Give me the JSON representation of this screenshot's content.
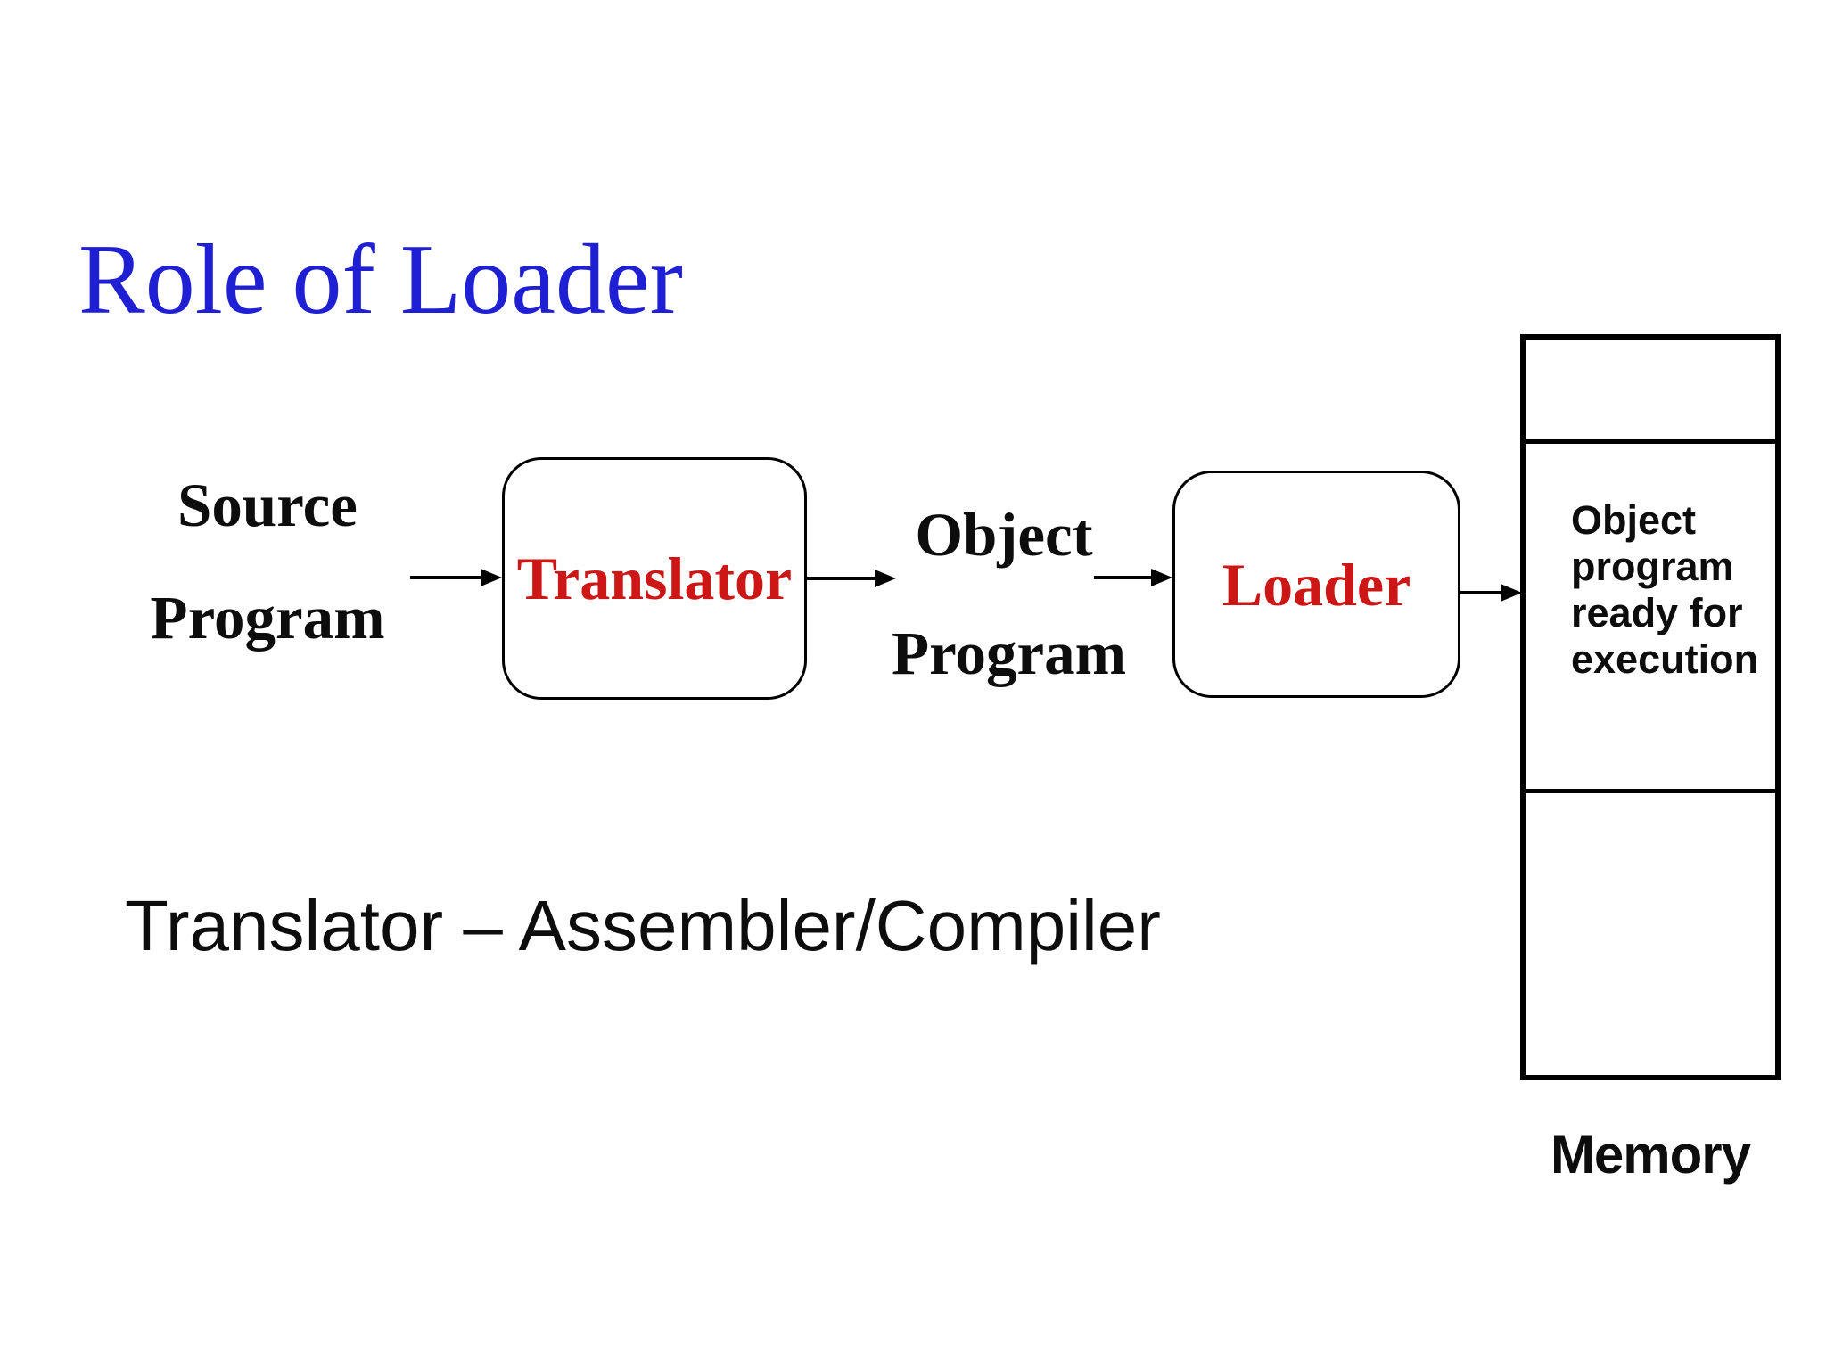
{
  "slide": {
    "title": "Role of Loader",
    "title_color": "#1f1fd3",
    "accent_red": "#cd1717",
    "subtitle": "Translator – Assembler/Compiler"
  },
  "diagram": {
    "source_label": {
      "line1": "Source",
      "line2": "Program"
    },
    "translator_box": {
      "label": "Translator"
    },
    "object_label": {
      "line1": "Object",
      "line2": "Program"
    },
    "loader_box": {
      "label": "Loader"
    },
    "memory": {
      "cell_text": "Object program ready for execution",
      "caption": "Memory"
    }
  }
}
